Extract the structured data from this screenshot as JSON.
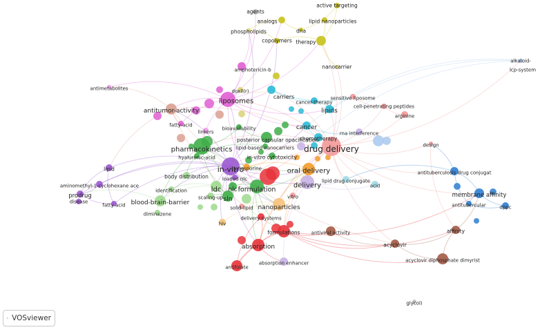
{
  "app": {
    "name": "VOSviewer"
  },
  "clusters": {
    "red": "#e8333a",
    "green": "#3fae49",
    "blue": "#2f7fd0",
    "yellow": "#c8c21a",
    "purple": "#9b59d0",
    "cyan": "#2bbad6",
    "orange": "#f39c2b",
    "brown": "#a35a45",
    "pink": "#e05fd2",
    "lightred": "#f29a9a",
    "lightgreen": "#9ed98e",
    "lightblue": "#a9c8ee",
    "khaki": "#d9d27a",
    "lavender": "#c6b2e6",
    "paleblue": "#9fd9e6",
    "peach": "#f6c27a",
    "rose": "#d9a08f",
    "orchid": "#ee9ae6",
    "grey": "#bdbdbd"
  },
  "nodes": [
    {
      "label": "active targeting",
      "c": "yellow"
    },
    {
      "label": "agents",
      "c": "grey"
    },
    {
      "label": "analogs",
      "c": "yellow"
    },
    {
      "label": "lipid nanoparticles",
      "c": "yellow"
    },
    {
      "label": "dna",
      "c": "yellow"
    },
    {
      "label": "phospholipids",
      "c": "khaki"
    },
    {
      "label": "copolymers",
      "c": "yellow"
    },
    {
      "label": "therapy",
      "c": "yellow"
    },
    {
      "label": "nanocarrier",
      "c": "khaki"
    },
    {
      "label": "amphotericin-b",
      "c": "pink"
    },
    {
      "label": "alkaloid-",
      "c": "lightblue"
    },
    {
      "label": "lcp-system",
      "c": "lightblue"
    },
    {
      "label": "antimetabolites",
      "c": "orchid"
    },
    {
      "label": "doxil(r)",
      "c": "khaki"
    },
    {
      "label": "carriers",
      "c": "cyan"
    },
    {
      "label": "liposomes",
      "c": "pink"
    },
    {
      "label": "sensitive liposome",
      "c": "lightred"
    },
    {
      "label": "cancer-therapy",
      "c": "cyan"
    },
    {
      "label": "cell-penetrating peptides",
      "c": "lightred"
    },
    {
      "label": "antitumor-activity",
      "c": "rose"
    },
    {
      "label": "lipids",
      "c": "cyan"
    },
    {
      "label": "arginine",
      "c": "lightred"
    },
    {
      "label": "fatty-acid",
      "c": "pink"
    },
    {
      "label": "linkers",
      "c": "orchid"
    },
    {
      "label": "bioavailability",
      "c": "green"
    },
    {
      "label": "cancer",
      "c": "cyan"
    },
    {
      "label": "rna interference",
      "c": "lavender"
    },
    {
      "label": "posterior capsular opacification",
      "c": "green"
    },
    {
      "label": "chemotherapy",
      "c": "cyan"
    },
    {
      "label": "pharmacokinetics",
      "c": "green"
    },
    {
      "label": "lipid-based nanocarriers",
      "c": "green"
    },
    {
      "label": "drug delivery",
      "c": "lightred"
    },
    {
      "label": "design",
      "c": "lightred"
    },
    {
      "label": "hyaluronic-acid",
      "c": "green"
    },
    {
      "label": "in-vitro cytotoxicity",
      "c": "green"
    },
    {
      "label": "lipid",
      "c": "purple"
    },
    {
      "label": "cyclosporine",
      "c": "orange"
    },
    {
      "label": "in-vitro",
      "c": "purple"
    },
    {
      "label": "oral delivery",
      "c": "orange"
    },
    {
      "label": "antituberculosis drug conjugat",
      "c": "blue"
    },
    {
      "label": "body distribution",
      "c": "lightgreen"
    },
    {
      "label": "loaded nlc",
      "c": "purple"
    },
    {
      "label": "aminomethyl-1-cyclohexane ace",
      "c": "purple"
    },
    {
      "label": "lipid drug conjugate",
      "c": "paleblue"
    },
    {
      "label": "delivery",
      "c": "lavender"
    },
    {
      "label": "ldc",
      "c": "lightgreen"
    },
    {
      "label": "nlc",
      "c": "green"
    },
    {
      "label": "formulation",
      "c": "green"
    },
    {
      "label": "acid",
      "c": "paleblue"
    },
    {
      "label": "identification",
      "c": "lightgreen"
    },
    {
      "label": "membrane affinity",
      "c": "blue"
    },
    {
      "label": "prodrug",
      "c": "purple"
    },
    {
      "label": "disease",
      "c": "purple"
    },
    {
      "label": "scaling-up",
      "c": "lightgreen"
    },
    {
      "label": "sln",
      "c": "green"
    },
    {
      "label": "blood-brain-barrier",
      "c": "lightgreen"
    },
    {
      "label": "fatty acid",
      "c": "purple"
    },
    {
      "label": "nanoparticles",
      "c": "peach"
    },
    {
      "label": "vitro",
      "c": "lightred"
    },
    {
      "label": "antitubercular",
      "c": "blue"
    },
    {
      "label": "dppc",
      "c": "blue"
    },
    {
      "label": "diminazene",
      "c": "lightgreen"
    },
    {
      "label": "solid-lipid",
      "c": "lightred"
    },
    {
      "label": "delivery systems",
      "c": "red"
    },
    {
      "label": "hiv",
      "c": "peach"
    },
    {
      "label": "formulations",
      "c": "red"
    },
    {
      "label": "antiviral activity",
      "c": "brown"
    },
    {
      "label": "affinity",
      "c": "brown"
    },
    {
      "label": "absorption",
      "c": "red"
    },
    {
      "label": "acyclovir",
      "c": "brown"
    },
    {
      "label": "acyclovir diphosphate dimyrist",
      "c": "brown"
    },
    {
      "label": "absorption enhancer",
      "c": "lavender"
    },
    {
      "label": "antifolate",
      "c": "red"
    },
    {
      "label": "glycol)",
      "c": "grey"
    }
  ],
  "edges": [
    [
      "drug delivery",
      "in-vitro"
    ],
    [
      "drug delivery",
      "liposomes"
    ],
    [
      "drug delivery",
      "oral delivery"
    ],
    [
      "drug delivery",
      "formulation"
    ],
    [
      "drug delivery",
      "pharmacokinetics"
    ],
    [
      "drug delivery",
      "delivery"
    ],
    [
      "drug delivery",
      "lipids"
    ],
    [
      "drug delivery",
      "cancer"
    ],
    [
      "drug delivery",
      "nanoparticles"
    ],
    [
      "drug delivery",
      "design"
    ],
    [
      "drug delivery",
      "alkaloid-"
    ],
    [
      "drug delivery",
      "membrane affinity"
    ],
    [
      "drug delivery",
      "acyclovir"
    ],
    [
      "drug delivery",
      "absorption"
    ],
    [
      "drug delivery",
      "formulations"
    ],
    [
      "drug delivery",
      "carriers"
    ],
    [
      "drug delivery",
      "antitumor-activity"
    ],
    [
      "drug delivery",
      "cell-penetrating peptides"
    ],
    [
      "drug delivery",
      "arginine"
    ],
    [
      "drug delivery",
      "chemotherapy"
    ],
    [
      "drug delivery",
      "sln"
    ],
    [
      "drug delivery",
      "acid"
    ],
    [
      "drug delivery",
      "lipid drug conjugate"
    ],
    [
      "drug delivery",
      "nanocarrier"
    ],
    [
      "drug delivery",
      "therapy"
    ],
    [
      "drug delivery",
      "antituberculosis drug conjugat"
    ],
    [
      "in-vitro",
      "liposomes"
    ],
    [
      "in-vitro",
      "pharmacokinetics"
    ],
    [
      "in-vitro",
      "formulation"
    ],
    [
      "in-vitro",
      "oral delivery"
    ],
    [
      "in-vitro",
      "sln"
    ],
    [
      "in-vitro",
      "ldc"
    ],
    [
      "in-vitro",
      "nlc"
    ],
    [
      "in-vitro",
      "lipid"
    ],
    [
      "in-vitro",
      "prodrug"
    ],
    [
      "in-vitro",
      "blood-brain-barrier"
    ],
    [
      "in-vitro",
      "antitumor-activity"
    ],
    [
      "in-vitro",
      "absorption"
    ],
    [
      "in-vitro",
      "cancer"
    ],
    [
      "in-vitro",
      "delivery"
    ],
    [
      "in-vitro",
      "nanoparticles"
    ],
    [
      "in-vitro",
      "aminomethyl-1-cyclohexane ace"
    ],
    [
      "in-vitro",
      "fatty acid"
    ],
    [
      "in-vitro",
      "body distribution"
    ],
    [
      "in-vitro",
      "hiv"
    ],
    [
      "in-vitro",
      "copolymers"
    ],
    [
      "in-vitro",
      "phospholipids"
    ],
    [
      "liposomes",
      "antitumor-activity"
    ],
    [
      "liposomes",
      "antimetabolites"
    ],
    [
      "liposomes",
      "amphotericin-b"
    ],
    [
      "liposomes",
      "doxil(r)"
    ],
    [
      "liposomes",
      "carriers"
    ],
    [
      "liposomes",
      "lipids"
    ],
    [
      "liposomes",
      "fatty-acid"
    ],
    [
      "liposomes",
      "cancer"
    ],
    [
      "liposomes",
      "therapy"
    ],
    [
      "liposomes",
      "analogs"
    ],
    [
      "liposomes",
      "agents"
    ],
    [
      "liposomes",
      "pharmacokinetics"
    ],
    [
      "liposomes",
      "formulation"
    ],
    [
      "antitumor-activity",
      "antimetabolites"
    ],
    [
      "antitumor-activity",
      "fatty-acid"
    ],
    [
      "antitumor-activity",
      "formulations"
    ],
    [
      "antitumor-activity",
      "lipid"
    ],
    [
      "antitumor-activity",
      "acyclovir"
    ],
    [
      "pharmacokinetics",
      "formulation"
    ],
    [
      "pharmacokinetics",
      "sln"
    ],
    [
      "pharmacokinetics",
      "bioavailability"
    ],
    [
      "pharmacokinetics",
      "oral delivery"
    ],
    [
      "pharmacokinetics",
      "blood-brain-barrier"
    ],
    [
      "formulation",
      "sln"
    ],
    [
      "formulation",
      "nlc"
    ],
    [
      "formulation",
      "oral delivery"
    ],
    [
      "formulation",
      "nanoparticles"
    ],
    [
      "formulation",
      "absorption"
    ],
    [
      "formulation",
      "formulations"
    ],
    [
      "formulation",
      "delivery systems"
    ],
    [
      "oral delivery",
      "delivery"
    ],
    [
      "oral delivery",
      "absorption"
    ],
    [
      "oral delivery",
      "formulations"
    ],
    [
      "oral delivery",
      "cyclosporine"
    ],
    [
      "formulations",
      "acyclovir"
    ],
    [
      "formulations",
      "antiviral activity"
    ],
    [
      "formulations",
      "absorption"
    ],
    [
      "formulations",
      "antifolate"
    ],
    [
      "formulations",
      "affinity"
    ],
    [
      "formulations",
      "acyclovir diphosphate dimyrist"
    ],
    [
      "formulations",
      "membrane affinity"
    ],
    [
      "acyclovir",
      "acyclovir diphosphate dimyrist"
    ],
    [
      "acyclovir",
      "affinity"
    ],
    [
      "affinity",
      "membrane affinity"
    ],
    [
      "affinity",
      "acyclovir diphosphate dimyrist"
    ],
    [
      "membrane affinity",
      "antitubercular"
    ],
    [
      "membrane affinity",
      "dppc"
    ],
    [
      "membrane affinity",
      "antituberculosis drug conjugat"
    ],
    [
      "antitubercular",
      "dppc"
    ],
    [
      "antituberculosis drug conjugat",
      "antitubercular"
    ],
    [
      "antituberculosis drug conjugat",
      "lipid drug conjugate"
    ],
    [
      "antituberculosis drug conjugat",
      "design"
    ],
    [
      "alkaloid-",
      "lipids"
    ],
    [
      "alkaloid-",
      "cancer"
    ],
    [
      "alkaloid-",
      "chemotherapy"
    ],
    [
      "absorption",
      "antifolate"
    ],
    [
      "absorption",
      "absorption enhancer"
    ],
    [
      "absorption",
      "delivery systems"
    ],
    [
      "nanoparticles",
      "delivery systems"
    ],
    [
      "nanoparticles",
      "solid-lipid"
    ],
    [
      "nanoparticles",
      "vitro"
    ],
    [
      "nanoparticles",
      "hiv"
    ],
    [
      "sln",
      "scaling-up"
    ],
    [
      "sln",
      "ldc"
    ],
    [
      "sln",
      "nlc"
    ],
    [
      "ldc",
      "blood-brain-barrier"
    ],
    [
      "ldc",
      "identification"
    ],
    [
      "blood-brain-barrier",
      "diminazene"
    ],
    [
      "blood-brain-barrier",
      "prodrug"
    ],
    [
      "prodrug",
      "disease"
    ],
    [
      "prodrug",
      "fatty acid"
    ],
    [
      "prodrug",
      "aminomethyl-1-cyclohexane ace"
    ],
    [
      "lipid",
      "prodrug"
    ],
    [
      "lipid",
      "fatty acid"
    ],
    [
      "therapy",
      "lipid nanoparticles"
    ],
    [
      "therapy",
      "copolymers"
    ],
    [
      "therapy",
      "nanocarrier"
    ],
    [
      "therapy",
      "active targeting"
    ],
    [
      "dna",
      "active targeting"
    ],
    [
      "analogs",
      "phospholipids"
    ],
    [
      "analogs",
      "dna"
    ],
    [
      "copolymers",
      "phospholipids"
    ],
    [
      "carriers",
      "cancer-therapy"
    ],
    [
      "carriers",
      "sensitive liposome"
    ],
    [
      "lipids",
      "cancer-therapy"
    ],
    [
      "cancer",
      "chemotherapy"
    ],
    [
      "cancer",
      "rna interference"
    ],
    [
      "delivery",
      "lipid drug conjugate"
    ],
    [
      "delivery",
      "acid"
    ],
    [
      "delivery",
      "absorption enhancer"
    ],
    [
      "cyclosporine",
      "in-vitro cytotoxicity"
    ],
    [
      "bioavailability",
      "posterior capsular opacification"
    ],
    [
      "posterior capsular opacification",
      "lipid-based nanocarriers"
    ],
    [
      "lipid-based nanocarriers",
      "hyaluronic-acid"
    ],
    [
      "linkers",
      "pharmacokinetics"
    ],
    [
      "amphotericin-b",
      "phospholipids"
    ],
    [
      "doxil(r)",
      "carriers"
    ],
    [
      "cell-penetrating peptides",
      "arginine"
    ],
    [
      "sensitive liposome",
      "cell-penetrating peptides"
    ],
    [
      "hyaluronic-acid",
      "body distribution"
    ],
    [
      "loaded nlc",
      "nlc"
    ],
    [
      "identification",
      "body distribution"
    ],
    [
      "delivery systems",
      "antifolate"
    ],
    [
      "antiviral activity",
      "acyclovir"
    ],
    [
      "design",
      "affinity"
    ]
  ]
}
